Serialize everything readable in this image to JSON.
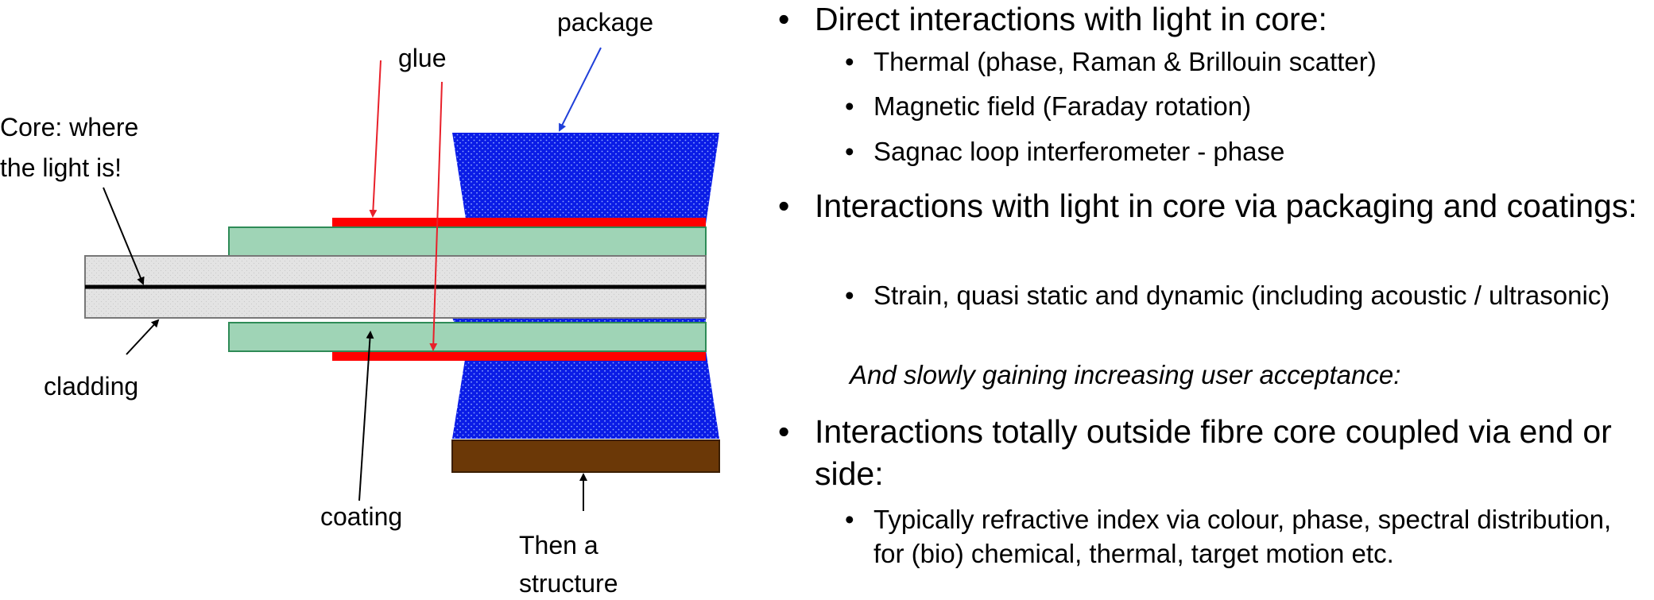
{
  "diagram": {
    "labels": {
      "core": [
        "Core: where",
        "the light is!"
      ],
      "cladding": "cladding",
      "coating": "coating",
      "glue": "glue",
      "package": "package",
      "structure": [
        "Then a",
        "structure"
      ]
    },
    "colors": {
      "cladding_fill": "#e3e3e3",
      "coating_fill": "#9fd4b6",
      "coating_stroke": "#2e8b57",
      "glue": "#ff0000",
      "package": "#0a1ce6",
      "structure": "#6b3807",
      "glue_arrow": "#e8202a",
      "package_arrow": "#1f3fd9"
    }
  },
  "bullets": {
    "direct": {
      "text": "Direct interactions with light in core:",
      "sub": [
        "Thermal (phase, Raman & Brillouin scatter)",
        "Magnetic field (Faraday rotation)",
        "Sagnac loop interferometer - phase"
      ]
    },
    "packaging": {
      "text": "Interactions with light in core via packaging and coatings:",
      "sub": [
        "Strain, quasi static and dynamic (including acoustic / ultrasonic)"
      ],
      "note": "And slowly gaining increasing user acceptance:"
    },
    "outside": {
      "text": "Interactions totally outside fibre core coupled via end or side:",
      "sub": [
        "Typically refractive index via colour, phase, spectral distribution, for (bio) chemical, thermal, target motion etc."
      ]
    },
    "bullet_glyph": "•"
  }
}
